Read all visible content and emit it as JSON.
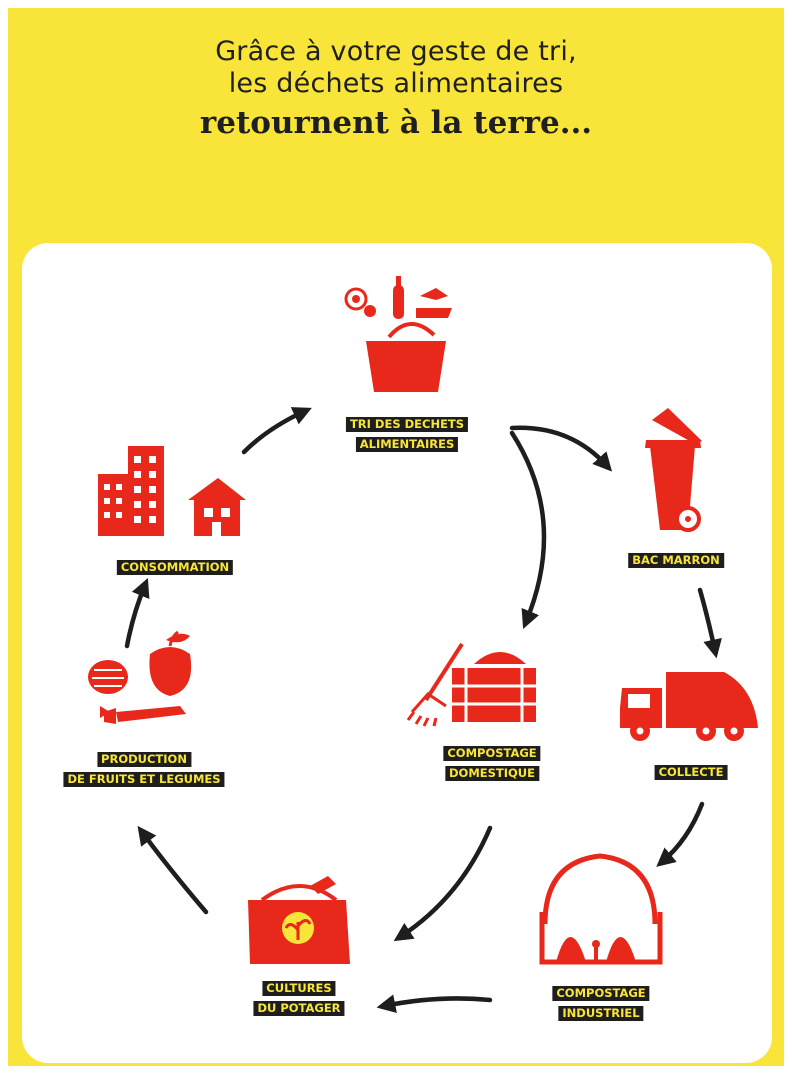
{
  "header": {
    "line1": "Grâce à votre geste de tri,",
    "line2": "les déchets alimentaires",
    "line3": "retournent à la terre..."
  },
  "colors": {
    "background": "#f9e53a",
    "card": "#ffffff",
    "icon_red": "#e8281b",
    "arrow": "#1e1e1e",
    "label_bg": "#1e1e1e",
    "label_text": "#f9e53a"
  },
  "steps": [
    {
      "id": "tri",
      "icon": "bucket-with-food-scraps-icon",
      "lines": [
        "TRI DES DECHETS",
        "ALIMENTAIRES"
      ]
    },
    {
      "id": "bac",
      "icon": "brown-wheelie-bin-icon",
      "lines": [
        "BAC MARRON"
      ]
    },
    {
      "id": "collecte",
      "icon": "garbage-truck-icon",
      "lines": [
        "COLLECTE"
      ]
    },
    {
      "id": "industriel",
      "icon": "industrial-compost-hangar-icon",
      "lines": [
        "COMPOSTAGE",
        "INDUSTRIEL"
      ]
    },
    {
      "id": "cultures",
      "icon": "vegetable-garden-greenhouse-icon",
      "lines": [
        "CULTURES",
        "DU POTAGER"
      ]
    },
    {
      "id": "production",
      "icon": "fruits-and-vegetables-icon",
      "lines": [
        "PRODUCTION",
        "DE FRUITS ET LEGUMES"
      ]
    },
    {
      "id": "consommation",
      "icon": "buildings-and-house-icon",
      "lines": [
        "CONSOMMATION"
      ]
    },
    {
      "id": "domestique",
      "icon": "home-compost-bin-with-pitchfork-icon",
      "lines": [
        "COMPOSTAGE",
        "DOMESTIQUE"
      ]
    }
  ]
}
